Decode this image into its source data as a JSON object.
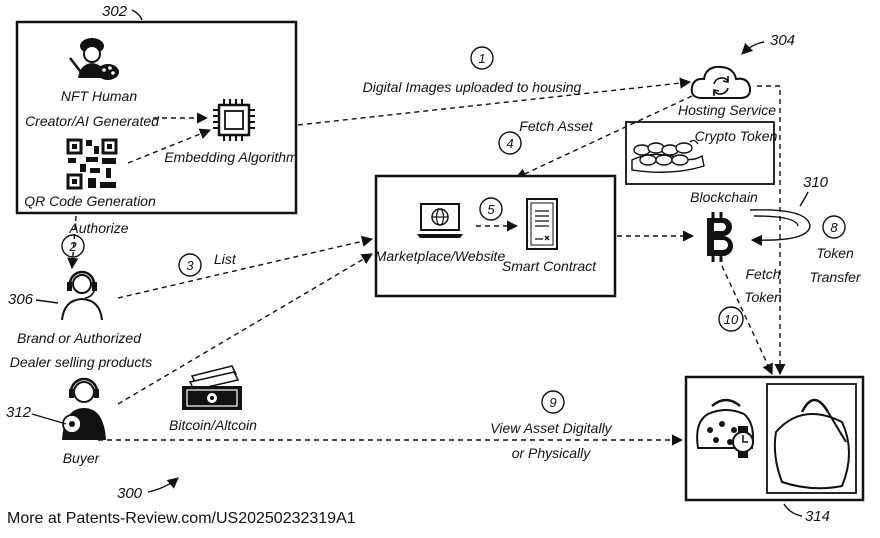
{
  "refs": {
    "r302": "302",
    "r304": "304",
    "r306": "306",
    "r310": "310",
    "r312": "312",
    "r314": "314",
    "r300": "300"
  },
  "labels": {
    "nft_line1": "NFT Human",
    "nft_line2": "Creator/AI Generated",
    "qr": "QR Code Generation",
    "embedding": "Embedding Algorithm",
    "authorize": "Authorize",
    "brand_line1": "Brand or Authorized",
    "brand_line2": "Dealer selling products",
    "buyer": "Buyer",
    "marketplace": "Marketplace/Website",
    "smart_contract": "Smart Contract",
    "hosting": "Hosting Service",
    "crypto_token": "Crypto Token",
    "blockchain": "Blockchain",
    "token_line1": "Token",
    "token_line2": "Transfer",
    "fetch_token_line1": "Fetch",
    "fetch_token_line2": "Token",
    "bitcoin": "Bitcoin/Altcoin"
  },
  "steps": {
    "s1": {
      "num": "1",
      "label": "Digital Images uploaded to housing"
    },
    "s2": {
      "num": "2"
    },
    "s3": {
      "num": "3",
      "label": "List"
    },
    "s4": {
      "num": "4",
      "label": "Fetch Asset"
    },
    "s5": {
      "num": "5"
    },
    "s8": {
      "num": "8"
    },
    "s9": {
      "num": "9",
      "label_line1": "View Asset Digitally",
      "label_line2": "or Physically"
    },
    "s10": {
      "num": "10"
    }
  },
  "icons": {
    "artist": "artist-palette-icon",
    "qr": "qr-code-icon",
    "chip": "chip-icon",
    "cloud": "cloud-sync-icon",
    "laptop": "laptop-globe-icon",
    "contract": "contract-document-icon",
    "bitcoin": "bitcoin-icon",
    "headset": "headset-person-icon",
    "buyer": "buyer-person-icon",
    "cash": "cash-bills-icon",
    "bag": "handbag-icon",
    "watch": "watch-icon"
  },
  "footer": "More at Patents-Review.com/US20250232319A1"
}
